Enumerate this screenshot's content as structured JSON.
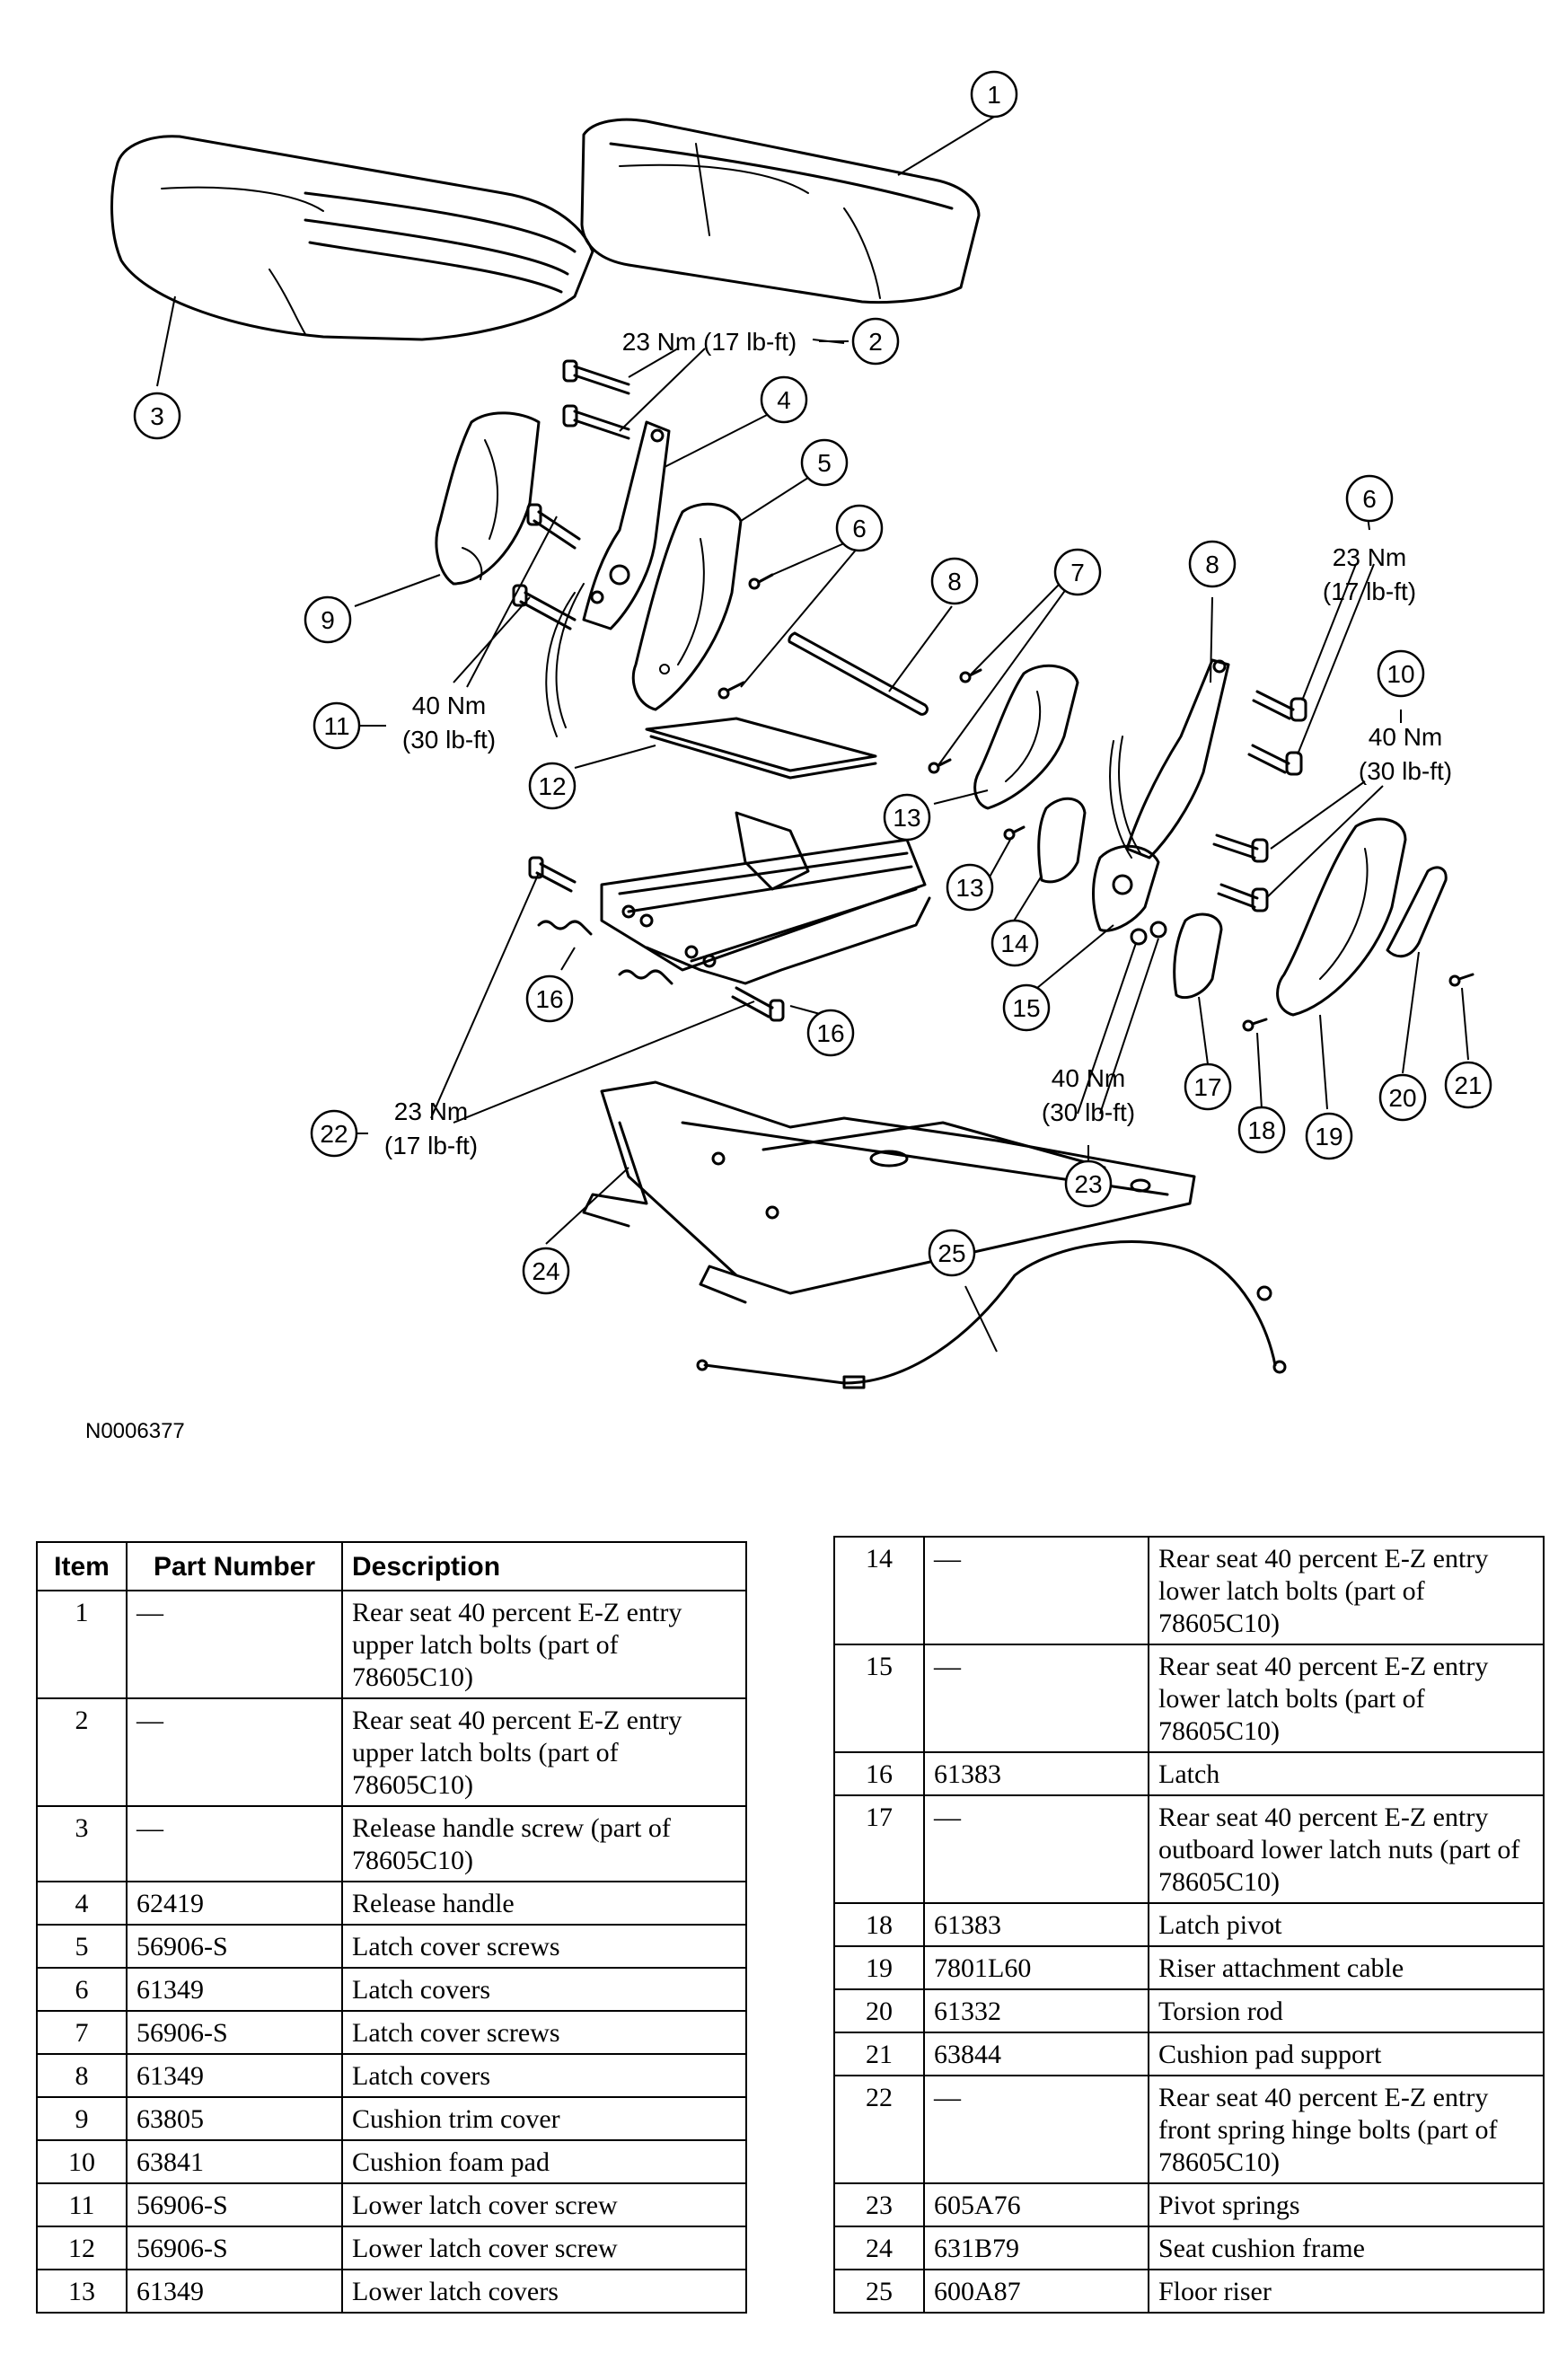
{
  "diagram": {
    "figure_id": "N0006377",
    "callouts": [
      "1",
      "2",
      "3",
      "4",
      "5",
      "6",
      "6",
      "7",
      "8",
      "8",
      "9",
      "10",
      "11",
      "12",
      "13",
      "13",
      "14",
      "15",
      "16",
      "16",
      "17",
      "18",
      "19",
      "20",
      "21",
      "22",
      "23",
      "24",
      "25"
    ],
    "torque_labels": [
      {
        "nm": "23 Nm (17 lb-ft)"
      },
      {
        "nm": "23 Nm",
        "lbft": "(17 lb-ft)"
      },
      {
        "nm": "40 Nm",
        "lbft": "(30 lb-ft)"
      },
      {
        "nm": "40 Nm",
        "lbft": "(30 lb-ft)"
      },
      {
        "nm": "40 Nm",
        "lbft": "(30 lb-ft)"
      },
      {
        "nm": "23 Nm",
        "lbft": "(17 lb-ft)"
      }
    ]
  },
  "table": {
    "headers": {
      "item": "Item",
      "part": "Part Number",
      "desc": "Description"
    },
    "rows": [
      {
        "item": "1",
        "part": "—",
        "desc": "Rear seat 40 percent E-Z entry upper latch bolts (part of 78605C10)"
      },
      {
        "item": "2",
        "part": "—",
        "desc": "Rear seat 40 percent E-Z entry upper latch bolts (part of 78605C10)"
      },
      {
        "item": "3",
        "part": "—",
        "desc": "Release handle screw (part of 78605C10)"
      },
      {
        "item": "4",
        "part": "62419",
        "desc": "Release handle"
      },
      {
        "item": "5",
        "part": "56906-S",
        "desc": "Latch cover screws"
      },
      {
        "item": "6",
        "part": "61349",
        "desc": "Latch covers"
      },
      {
        "item": "7",
        "part": "56906-S",
        "desc": "Latch cover screws"
      },
      {
        "item": "8",
        "part": "61349",
        "desc": "Latch covers"
      },
      {
        "item": "9",
        "part": "63805",
        "desc": "Cushion trim cover"
      },
      {
        "item": "10",
        "part": "63841",
        "desc": "Cushion foam pad"
      },
      {
        "item": "11",
        "part": "56906-S",
        "desc": "Lower latch cover screw"
      },
      {
        "item": "12",
        "part": "56906-S",
        "desc": "Lower latch cover screw"
      },
      {
        "item": "13",
        "part": "61349",
        "desc": "Lower latch covers"
      },
      {
        "item": "14",
        "part": "—",
        "desc": "Rear seat 40 percent E-Z entry lower latch bolts (part of 78605C10)"
      },
      {
        "item": "15",
        "part": "—",
        "desc": "Rear seat 40 percent E-Z entry lower latch bolts (part of 78605C10)"
      },
      {
        "item": "16",
        "part": "61383",
        "desc": "Latch"
      },
      {
        "item": "17",
        "part": "—",
        "desc": "Rear seat 40 percent E-Z entry outboard lower latch nuts (part of 78605C10)"
      },
      {
        "item": "18",
        "part": "61383",
        "desc": "Latch pivot"
      },
      {
        "item": "19",
        "part": "7801L60",
        "desc": "Riser attachment cable"
      },
      {
        "item": "20",
        "part": "61332",
        "desc": "Torsion rod"
      },
      {
        "item": "21",
        "part": "63844",
        "desc": "Cushion pad support"
      },
      {
        "item": "22",
        "part": "—",
        "desc": "Rear seat 40 percent E-Z entry front spring hinge bolts (part of 78605C10)"
      },
      {
        "item": "23",
        "part": "605A76",
        "desc": "Pivot springs"
      },
      {
        "item": "24",
        "part": "631B79",
        "desc": "Seat cushion frame"
      },
      {
        "item": "25",
        "part": "600A87",
        "desc": "Floor riser"
      }
    ]
  }
}
